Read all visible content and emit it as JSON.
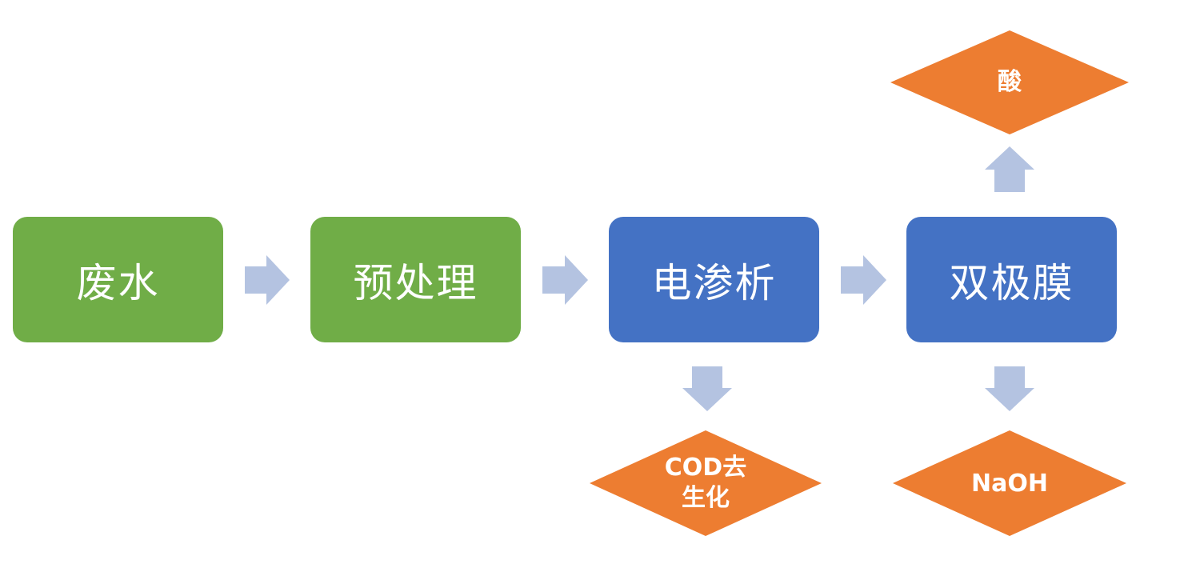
{
  "colors": {
    "green": "#70ad47",
    "blue": "#4472c4",
    "orange": "#ed7d31",
    "arrow": "#b4c3e1"
  },
  "nodes": {
    "wastewater": "废水",
    "pretreatment": "预处理",
    "electrodialysis": "电渗析",
    "bipolar_membrane": "双极膜"
  },
  "outputs": {
    "acid": "酸",
    "cod_line1": "COD去",
    "cod_line2": "生化",
    "naoh": "NaOH"
  }
}
